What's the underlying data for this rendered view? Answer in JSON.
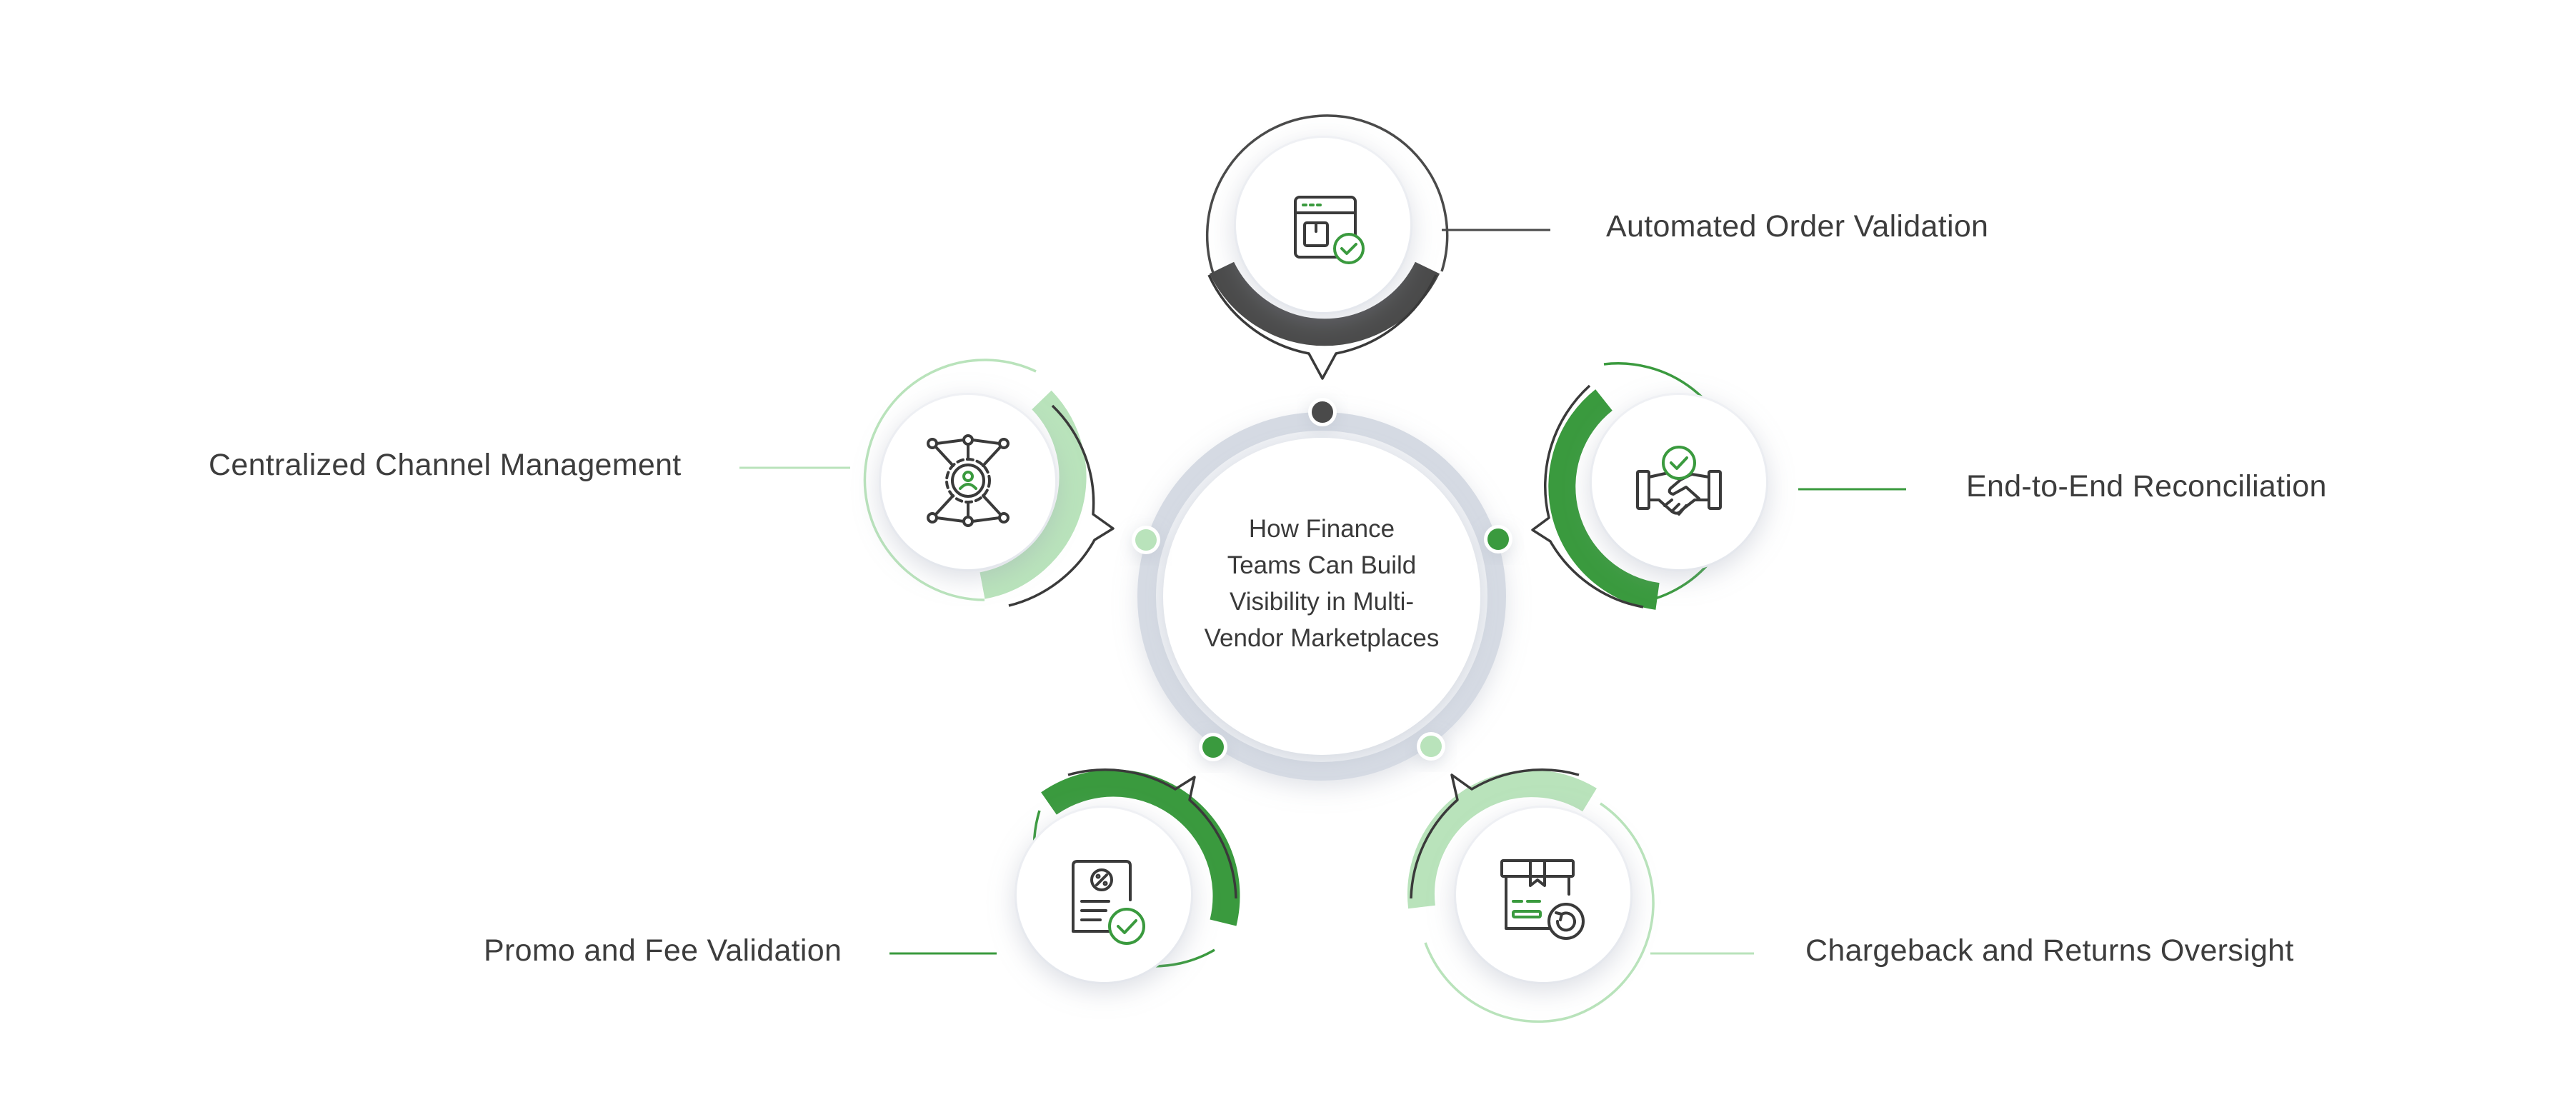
{
  "center": {
    "title_lines": [
      "How Finance",
      "Teams Can Build",
      "Visibility in Multi-",
      "Vendor Marketplaces"
    ]
  },
  "nodes": [
    {
      "label": "Automated Order Validation",
      "icon": "order-validation-icon",
      "accent": "#4a4a4a"
    },
    {
      "label": "End-to-End Reconciliation",
      "icon": "handshake-check-icon",
      "accent": "#3a9a3e"
    },
    {
      "label": "Chargeback and Returns Oversight",
      "icon": "package-return-icon",
      "accent": "#b9e3bb"
    },
    {
      "label": "Promo and Fee Validation",
      "icon": "discount-document-check-icon",
      "accent": "#3a9a3e"
    },
    {
      "label": "Centralized Channel Management",
      "icon": "network-hub-icon",
      "accent": "#b9e3bb"
    }
  ],
  "colors": {
    "dark": "#4a4a4a",
    "green": "#3a9a3e",
    "light_green": "#b9e3bb",
    "ring": "#d8dde6",
    "text": "#3d3d3d"
  }
}
